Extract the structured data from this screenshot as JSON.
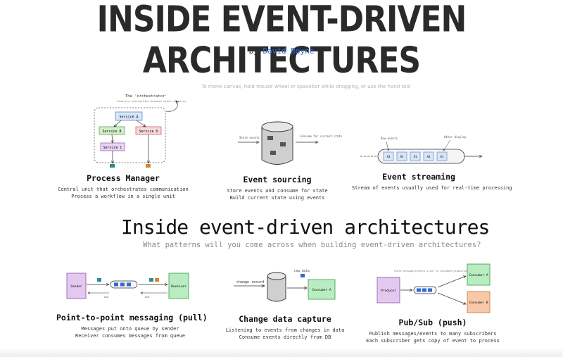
{
  "header": {
    "title": "INSIDE EVENT-DRIVEN ARCHITECTURES",
    "by": "by",
    "author": "David Boyne",
    "hint": "To move canvas, hold mouse wheel or spacebar while dragging, or use the hand tool"
  },
  "middle": {
    "title": "Inside event-driven architectures",
    "subtitle": "What patterns will you come across when building event-driven architectures?"
  },
  "process_manager": {
    "title": "Process Manager",
    "desc1": "Central unit that orchestrates communication",
    "desc2": "Process a workflow in a single unit",
    "orchestrator": "The 'orchestrator'",
    "orchestrator_note": "Controls interaction between other services",
    "service_a": "Service A",
    "service_b": "Service B",
    "service_c": "Service C",
    "service_d": "Service D"
  },
  "event_sourcing": {
    "title": "Event sourcing",
    "desc1": "Store events and consume for state",
    "desc2": "Build current state using events",
    "store_label": "Store events",
    "consume_label": "Consume for current state"
  },
  "event_streaming": {
    "title": "Event streaming",
    "desc1": "Stream of events usually used for real-time processing",
    "raw_label": "Raw events",
    "other_label": "Other display",
    "events": [
      "A1",
      "A1",
      "A1",
      "A1",
      "A1"
    ]
  },
  "point_to_point": {
    "title": "Point-to-point messaging (pull)",
    "desc1": "Messages put onto queue by sender",
    "desc2": "Receiver consumes messages from queue",
    "sender": "Sender",
    "receiver": "Receiver",
    "ack_left": "ACK",
    "ack_right": "ACK"
  },
  "cdc": {
    "title": "Change data capture",
    "desc1": "Listening to events from changes in data",
    "desc2": "Consume events directly from DB",
    "change_record": "change record",
    "new_data": "new data",
    "consumer": "Consumer A"
  },
  "pubsub": {
    "title": "Pub/Sub (push)",
    "desc1": "Publish messages/events to many subscribers",
    "desc2": "Each subscriber gets copy of event to process",
    "note": "Store messages/events prior to consumers/subscribers",
    "producer": "Producer",
    "consumer_a": "Consumer A",
    "consumer_b": "Consumer B"
  },
  "colors": {
    "accent_blue": "#2f6ad8",
    "service_blue": "#d8e6f8",
    "service_green": "#d3f0c8",
    "service_pink": "#f8d9dd",
    "service_purple": "#ead6f4",
    "producer_purple": "#e3c9f0",
    "consumer_green": "#b9ecc0",
    "consumer_orange": "#f7c9a8",
    "db_gray": "#cfcfcf"
  }
}
